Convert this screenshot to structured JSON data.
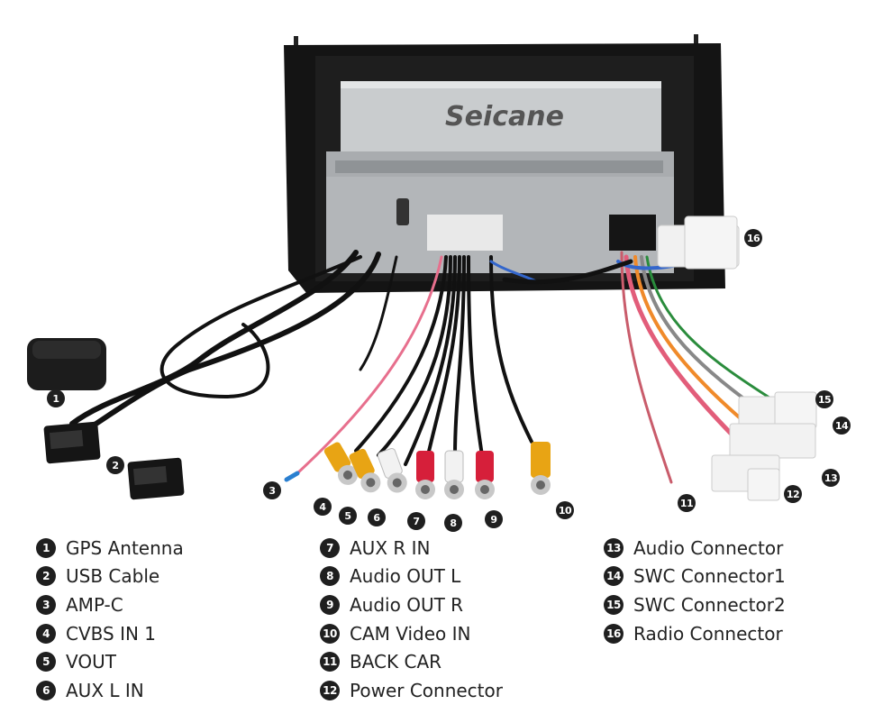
{
  "brand": "Seicane",
  "markers": [
    "1",
    "2",
    "3",
    "4",
    "5",
    "6",
    "7",
    "8",
    "9",
    "10",
    "11",
    "12",
    "13",
    "14",
    "15",
    "16"
  ],
  "legend": {
    "col1": [
      {
        "num": "1",
        "label": "GPS Antenna"
      },
      {
        "num": "2",
        "label": "USB Cable"
      },
      {
        "num": "3",
        "label": "AMP-C"
      },
      {
        "num": "4",
        "label": "CVBS IN 1"
      },
      {
        "num": "5",
        "label": "VOUT"
      },
      {
        "num": "6",
        "label": "AUX L IN"
      }
    ],
    "col2": [
      {
        "num": "7",
        "label": "AUX R IN"
      },
      {
        "num": "8",
        "label": "Audio OUT L"
      },
      {
        "num": "9",
        "label": "Audio OUT R"
      },
      {
        "num": "10",
        "label": "CAM Video IN"
      },
      {
        "num": "11",
        "label": "BACK CAR"
      },
      {
        "num": "12",
        "label": "Power Connector"
      }
    ],
    "col3": [
      {
        "num": "13",
        "label": "Audio Connector"
      },
      {
        "num": "14",
        "label": "SWC Connector1"
      },
      {
        "num": "15",
        "label": "SWC Connector2"
      },
      {
        "num": "16",
        "label": "Radio Connector"
      }
    ]
  }
}
